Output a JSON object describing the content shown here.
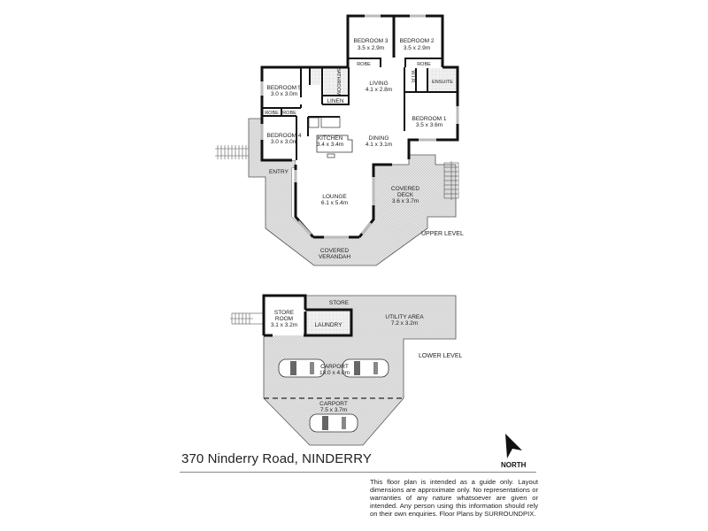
{
  "property": {
    "address": "370 Ninderry Road, NINDERRY"
  },
  "compass": {
    "label": "NORTH",
    "icon": "north-arrow-icon"
  },
  "disclaimer": "This floor plan is intended as a guide only. Layout dimensions are approximate only. No representations or warranties of any nature whatsoever are given or intended. Any person using this information should rely on their own enquiries. Floor Plans by  SURROUNDPIX.",
  "levels": {
    "upper": "UPPER LEVEL",
    "lower": "LOWER LEVEL"
  },
  "upper_rooms": {
    "bedroom3": {
      "name": "BEDROOM 3",
      "size": "3.5 x 2.9m"
    },
    "bedroom2": {
      "name": "BEDROOM 2",
      "size": "3.5 x 2.9m"
    },
    "bedroom5": {
      "name": "BEDROOM 5",
      "size": "3.0 x 3.0m"
    },
    "bedroom4": {
      "name": "BEDROOM 4",
      "size": "3.0 x 3.0m"
    },
    "bedroom1": {
      "name": "BEDROOM 1",
      "size": "3.5 x 3.6m"
    },
    "living": {
      "name": "LIVING",
      "size": "4.1 x 2.8m"
    },
    "dining": {
      "name": "DINING",
      "size": "4.1 x 3.1m"
    },
    "kitchen": {
      "name": "KITCHEN",
      "size": "3.4 x 3.4m"
    },
    "lounge": {
      "name": "LOUNGE",
      "size": "6.1 x 5.4m"
    },
    "deck": {
      "name1": "COVERED",
      "name2": "DECK",
      "size": "3.6 x 3.7m"
    },
    "verandah": {
      "name1": "COVERED",
      "name2": "VERANDAH"
    },
    "bathroom": {
      "name": "BATHROOM"
    },
    "linen": {
      "name": "LINEN"
    },
    "ensuite": {
      "name": "ENSUITE"
    },
    "wir": {
      "name": "W.I.R."
    },
    "robe": {
      "name": "ROBE"
    },
    "entry": {
      "name": "ENTRY"
    }
  },
  "lower_rooms": {
    "store_room": {
      "name1": "STORE",
      "name2": "ROOM",
      "size": "3.1 x 3.2m"
    },
    "store": {
      "name": "STORE"
    },
    "laundry": {
      "name": "LAUNDRY"
    },
    "utility": {
      "name": "UTILITY AREA",
      "size": "7.2 x 3.2m"
    },
    "carport1": {
      "name": "CARPORT",
      "size": "10.0 x 4.0m"
    },
    "carport2": {
      "name": "CARPORT",
      "size": "7.5 x 3.7m"
    }
  },
  "colors": {
    "wall": "#111111",
    "outdoor_fill": "#d9d9d9",
    "wet_area_fill": "#e6e6e6",
    "window": "#bdbdbd"
  }
}
